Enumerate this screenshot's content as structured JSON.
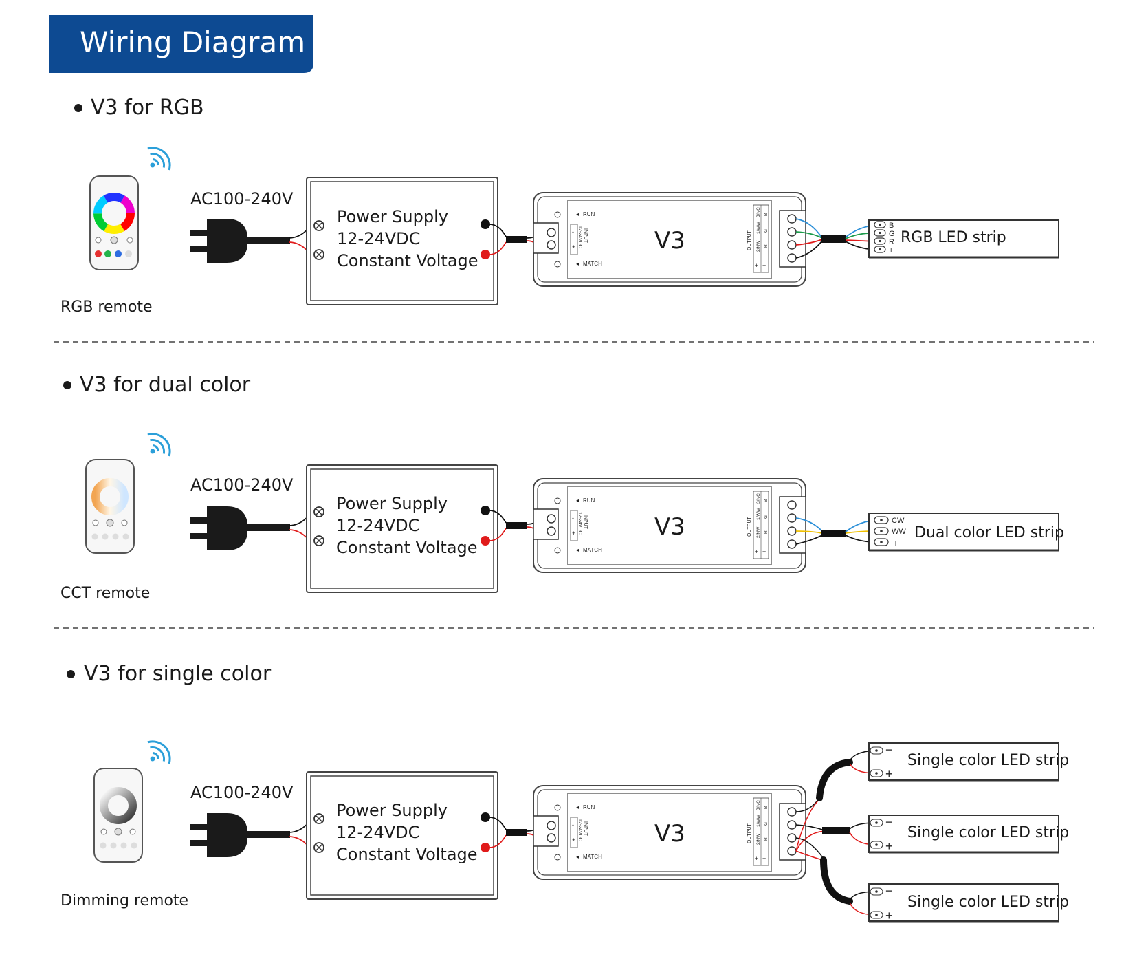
{
  "header": {
    "title": "Wiring Diagram",
    "bg_color": "#0d4a92"
  },
  "common": {
    "ac_label": "AC100-240V",
    "psu_line1": "Power Supply",
    "psu_line2": "12-24VDC",
    "psu_line3": "Constant Voltage",
    "controller_name": "V3",
    "run_label": "RUN",
    "match_label": "MATCH",
    "input_label": "INPUT",
    "input_voltage": "12-24VDC",
    "input_minus": "-",
    "input_plus": "+",
    "output_label": "OUTPUT",
    "out_ch1": "1/WW",
    "out_ch2": "2/NW",
    "out_ch3": "3/NC",
    "out_b": "B",
    "out_g": "G",
    "out_r": "R",
    "out_plus": "+",
    "strip_minus": "−",
    "strip_plus": "+"
  },
  "sections": [
    {
      "heading": "V3 for RGB",
      "remote_label": "RGB remote",
      "strip_label": "RGB LED strip",
      "pins": [
        "B",
        "G",
        "R",
        "+"
      ]
    },
    {
      "heading": "V3 for dual color",
      "remote_label": "CCT remote",
      "strip_label": "Dual color LED strip",
      "pins": [
        "CW",
        "WW",
        "+"
      ]
    },
    {
      "heading": "V3 for single color",
      "remote_label": "Dimming remote",
      "strip_label": "Single color LED strip"
    }
  ],
  "colors": {
    "wire_red": "#e01b1b",
    "wire_blue": "#2b8fd8",
    "wire_green": "#1a9a4a",
    "wire_yellow": "#f0c000",
    "wire_black": "#111111",
    "signal": "#2b9fd9"
  },
  "icons": [
    "wireless-signal-icon",
    "ac-plug-icon",
    "remote-icon"
  ]
}
